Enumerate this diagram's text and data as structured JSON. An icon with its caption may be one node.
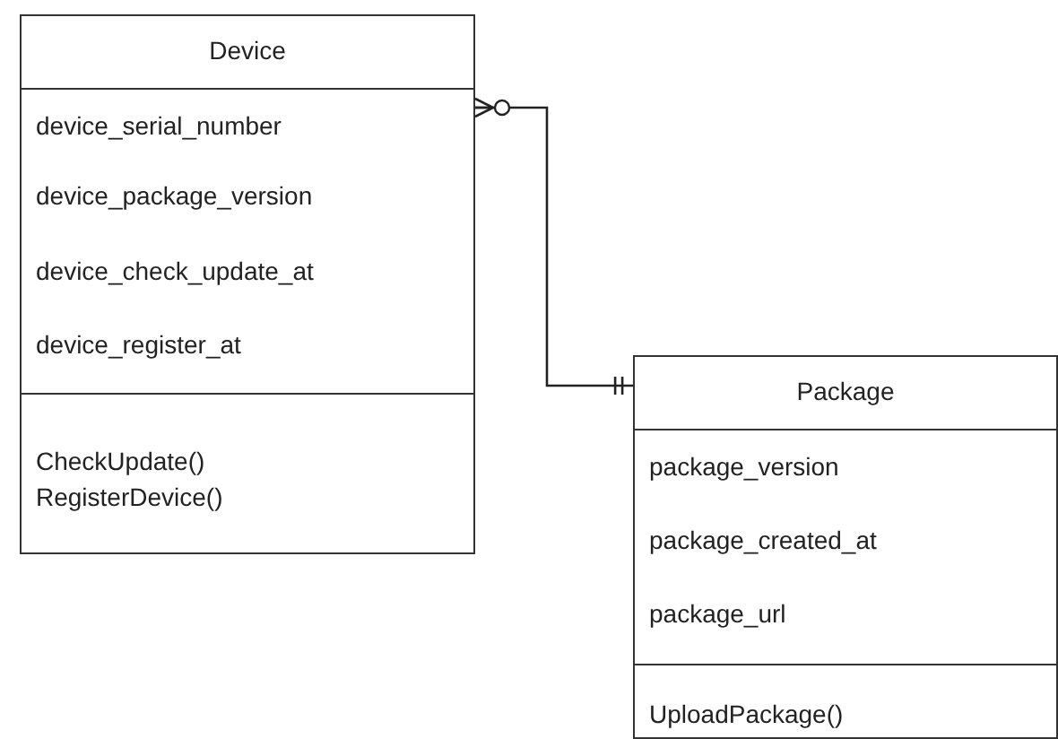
{
  "diagram": {
    "nodes": [
      {
        "text": [
          "Device",
          "device_serial_number",
          "device_package_version",
          "device_check_update_at",
          "device_register_at",
          "CheckUpdate()",
          "RegisterDevice()"
        ]
      },
      {
        "text": [
          "Package",
          "package_version",
          "package_created_at",
          "package_url",
          "UploadPackage()"
        ]
      }
    ],
    "edges": [
      {
        "from": 0,
        "to": 1,
        "arrow": "other"
      }
    ]
  }
}
